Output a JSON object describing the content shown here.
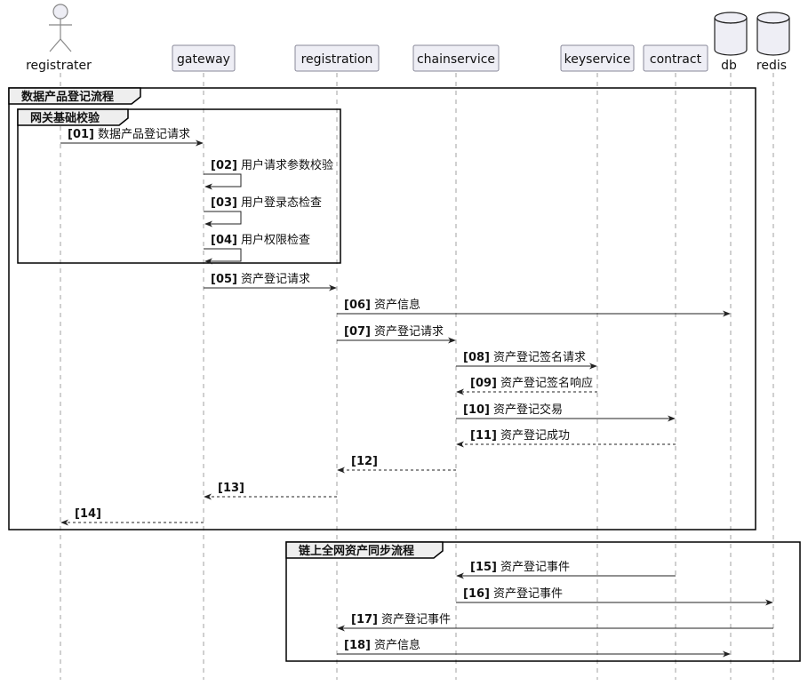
{
  "participants": [
    {
      "id": "registrater",
      "label": "registrater",
      "kind": "actor"
    },
    {
      "id": "gateway",
      "label": "gateway",
      "kind": "participant"
    },
    {
      "id": "registration",
      "label": "registration",
      "kind": "participant"
    },
    {
      "id": "chainservice",
      "label": "chainservice",
      "kind": "participant"
    },
    {
      "id": "keyservice",
      "label": "keyservice",
      "kind": "participant"
    },
    {
      "id": "contract",
      "label": "contract",
      "kind": "participant"
    },
    {
      "id": "db",
      "label": "db",
      "kind": "database"
    },
    {
      "id": "redis",
      "label": "redis",
      "kind": "database"
    }
  ],
  "groups": [
    {
      "id": "g1",
      "title": "数据产品登记流程"
    },
    {
      "id": "g2",
      "title": "网关基础校验"
    },
    {
      "id": "g3",
      "title": "链上全网资产同步流程"
    }
  ],
  "messages": [
    {
      "num": "[01]",
      "text": "数据产品登记请求",
      "from": "registrater",
      "to": "gateway",
      "style": "solid"
    },
    {
      "num": "[02]",
      "text": "用户请求参数校验",
      "from": "gateway",
      "to": "gateway",
      "style": "solid"
    },
    {
      "num": "[03]",
      "text": "用户登录态检查",
      "from": "gateway",
      "to": "gateway",
      "style": "solid"
    },
    {
      "num": "[04]",
      "text": "用户权限检查",
      "from": "gateway",
      "to": "gateway",
      "style": "solid"
    },
    {
      "num": "[05]",
      "text": "资产登记请求",
      "from": "gateway",
      "to": "registration",
      "style": "solid"
    },
    {
      "num": "[06]",
      "text": "资产信息",
      "from": "registration",
      "to": "db",
      "style": "solid"
    },
    {
      "num": "[07]",
      "text": "资产登记请求",
      "from": "registration",
      "to": "chainservice",
      "style": "solid"
    },
    {
      "num": "[08]",
      "text": "资产登记签名请求",
      "from": "chainservice",
      "to": "keyservice",
      "style": "solid"
    },
    {
      "num": "[09]",
      "text": "资产登记签名响应",
      "from": "keyservice",
      "to": "chainservice",
      "style": "dashed"
    },
    {
      "num": "[10]",
      "text": "资产登记交易",
      "from": "chainservice",
      "to": "contract",
      "style": "solid"
    },
    {
      "num": "[11]",
      "text": "资产登记成功",
      "from": "contract",
      "to": "chainservice",
      "style": "dashed"
    },
    {
      "num": "[12]",
      "text": "",
      "from": "chainservice",
      "to": "registration",
      "style": "dashed"
    },
    {
      "num": "[13]",
      "text": "",
      "from": "registration",
      "to": "gateway",
      "style": "dashed"
    },
    {
      "num": "[14]",
      "text": "",
      "from": "gateway",
      "to": "registrater",
      "style": "dashed"
    },
    {
      "num": "[15]",
      "text": "资产登记事件",
      "from": "contract",
      "to": "chainservice",
      "style": "solid"
    },
    {
      "num": "[16]",
      "text": "资产登记事件",
      "from": "chainservice",
      "to": "redis",
      "style": "solid"
    },
    {
      "num": "[17]",
      "text": "资产登记事件",
      "from": "redis",
      "to": "registration",
      "style": "solid"
    },
    {
      "num": "[18]",
      "text": "资产信息",
      "from": "registration",
      "to": "db",
      "style": "solid"
    }
  ]
}
